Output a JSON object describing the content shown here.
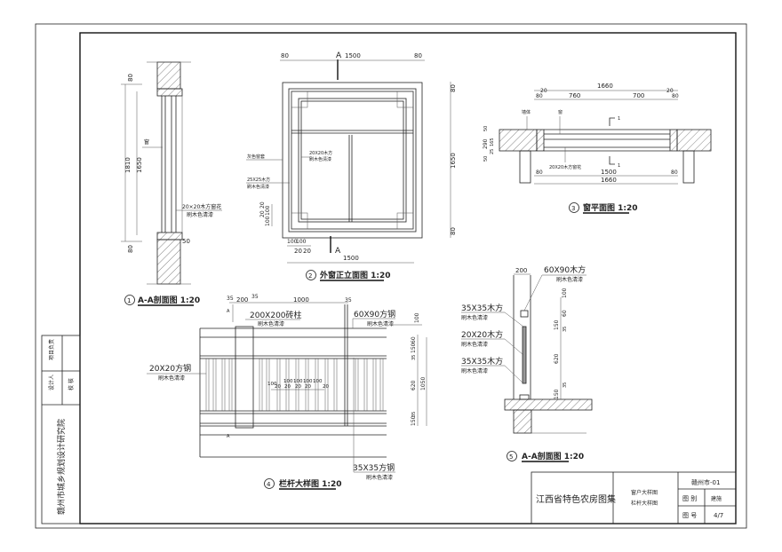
{
  "title_block": {
    "album": "江西省特色农房图集",
    "drawing_names": [
      "窗户大样图",
      "栏杆大样图"
    ],
    "region_code": "赣州市-01",
    "category_label": "图 别",
    "category_value": "建施",
    "sheet_label": "图 号",
    "sheet_value": "4/7"
  },
  "side_block": {
    "institute": "赣州市城乡规划设计研究院",
    "roles": [
      "设计人",
      "校 核",
      "项目负责"
    ]
  },
  "drawing1": {
    "title": "A-A剖面图  1:20",
    "number": "1",
    "dims": [
      "80",
      "1810",
      "1650",
      "80",
      "50"
    ],
    "notes": [
      "窗",
      "20×20木方窗花",
      "刷木色清漆"
    ]
  },
  "drawing2": {
    "title": "外窗正立面图  1:20",
    "number": "2",
    "section_mark": "A",
    "dims_top": [
      "80",
      "1500",
      "80"
    ],
    "dims_right": [
      "80",
      "1650",
      "80"
    ],
    "dims_bottom": [
      "100",
      "100",
      "20",
      "20",
      "1500"
    ],
    "dims_left": [
      "20",
      "20",
      "100",
      "100"
    ],
    "notes": [
      "灰色窗套",
      "25X25木方",
      "刷木色清漆",
      "20X20木方",
      "刷木色清漆"
    ]
  },
  "drawing3": {
    "title": "窗平面图  1:20",
    "number": "3",
    "dims_top": [
      "1660",
      "20",
      "80",
      "760",
      "700",
      "20",
      "80"
    ],
    "dims_bottom": [
      "80",
      "1500",
      "80",
      "1660"
    ],
    "dims_left": [
      "50",
      "290",
      "165",
      "25",
      "50"
    ],
    "notes": [
      "墙体",
      "窗",
      "20X20木方窗花"
    ],
    "cut_mark": "1"
  },
  "drawing4": {
    "title": "栏杆大样图  1:20",
    "number": "4",
    "section_mark": "A",
    "dims_top": [
      "35",
      "200",
      "35",
      "1000",
      "35"
    ],
    "dims_mid": [
      "100",
      "20",
      "100",
      "20",
      "100",
      "20",
      "100",
      "20",
      "100",
      "20"
    ],
    "dims_right": [
      "100",
      "60",
      "150",
      "35",
      "620",
      "1050",
      "35",
      "150"
    ],
    "notes": [
      {
        "main": "200X200砖柱",
        "sub": "刷木色清漆"
      },
      {
        "main": "60X90方钢",
        "sub": "刷木色清漆"
      },
      {
        "main": "20X20方钢",
        "sub": "刷木色清漆"
      },
      {
        "main": "35X35方钢",
        "sub": "刷木色清漆"
      }
    ]
  },
  "drawing5": {
    "title": "A-A剖面图  1:20",
    "number": "5",
    "dims_top": [
      "200"
    ],
    "dims_right": [
      "100",
      "60",
      "150",
      "35",
      "620",
      "35",
      "150"
    ],
    "notes": [
      {
        "main": "60X90木方",
        "sub": "刷木色清漆"
      },
      {
        "main": "35X35木方",
        "sub": "刷木色清漆"
      },
      {
        "main": "20X20木方",
        "sub": "刷木色清漆"
      },
      {
        "main": "35X35木方",
        "sub": "刷木色清漆"
      }
    ]
  }
}
